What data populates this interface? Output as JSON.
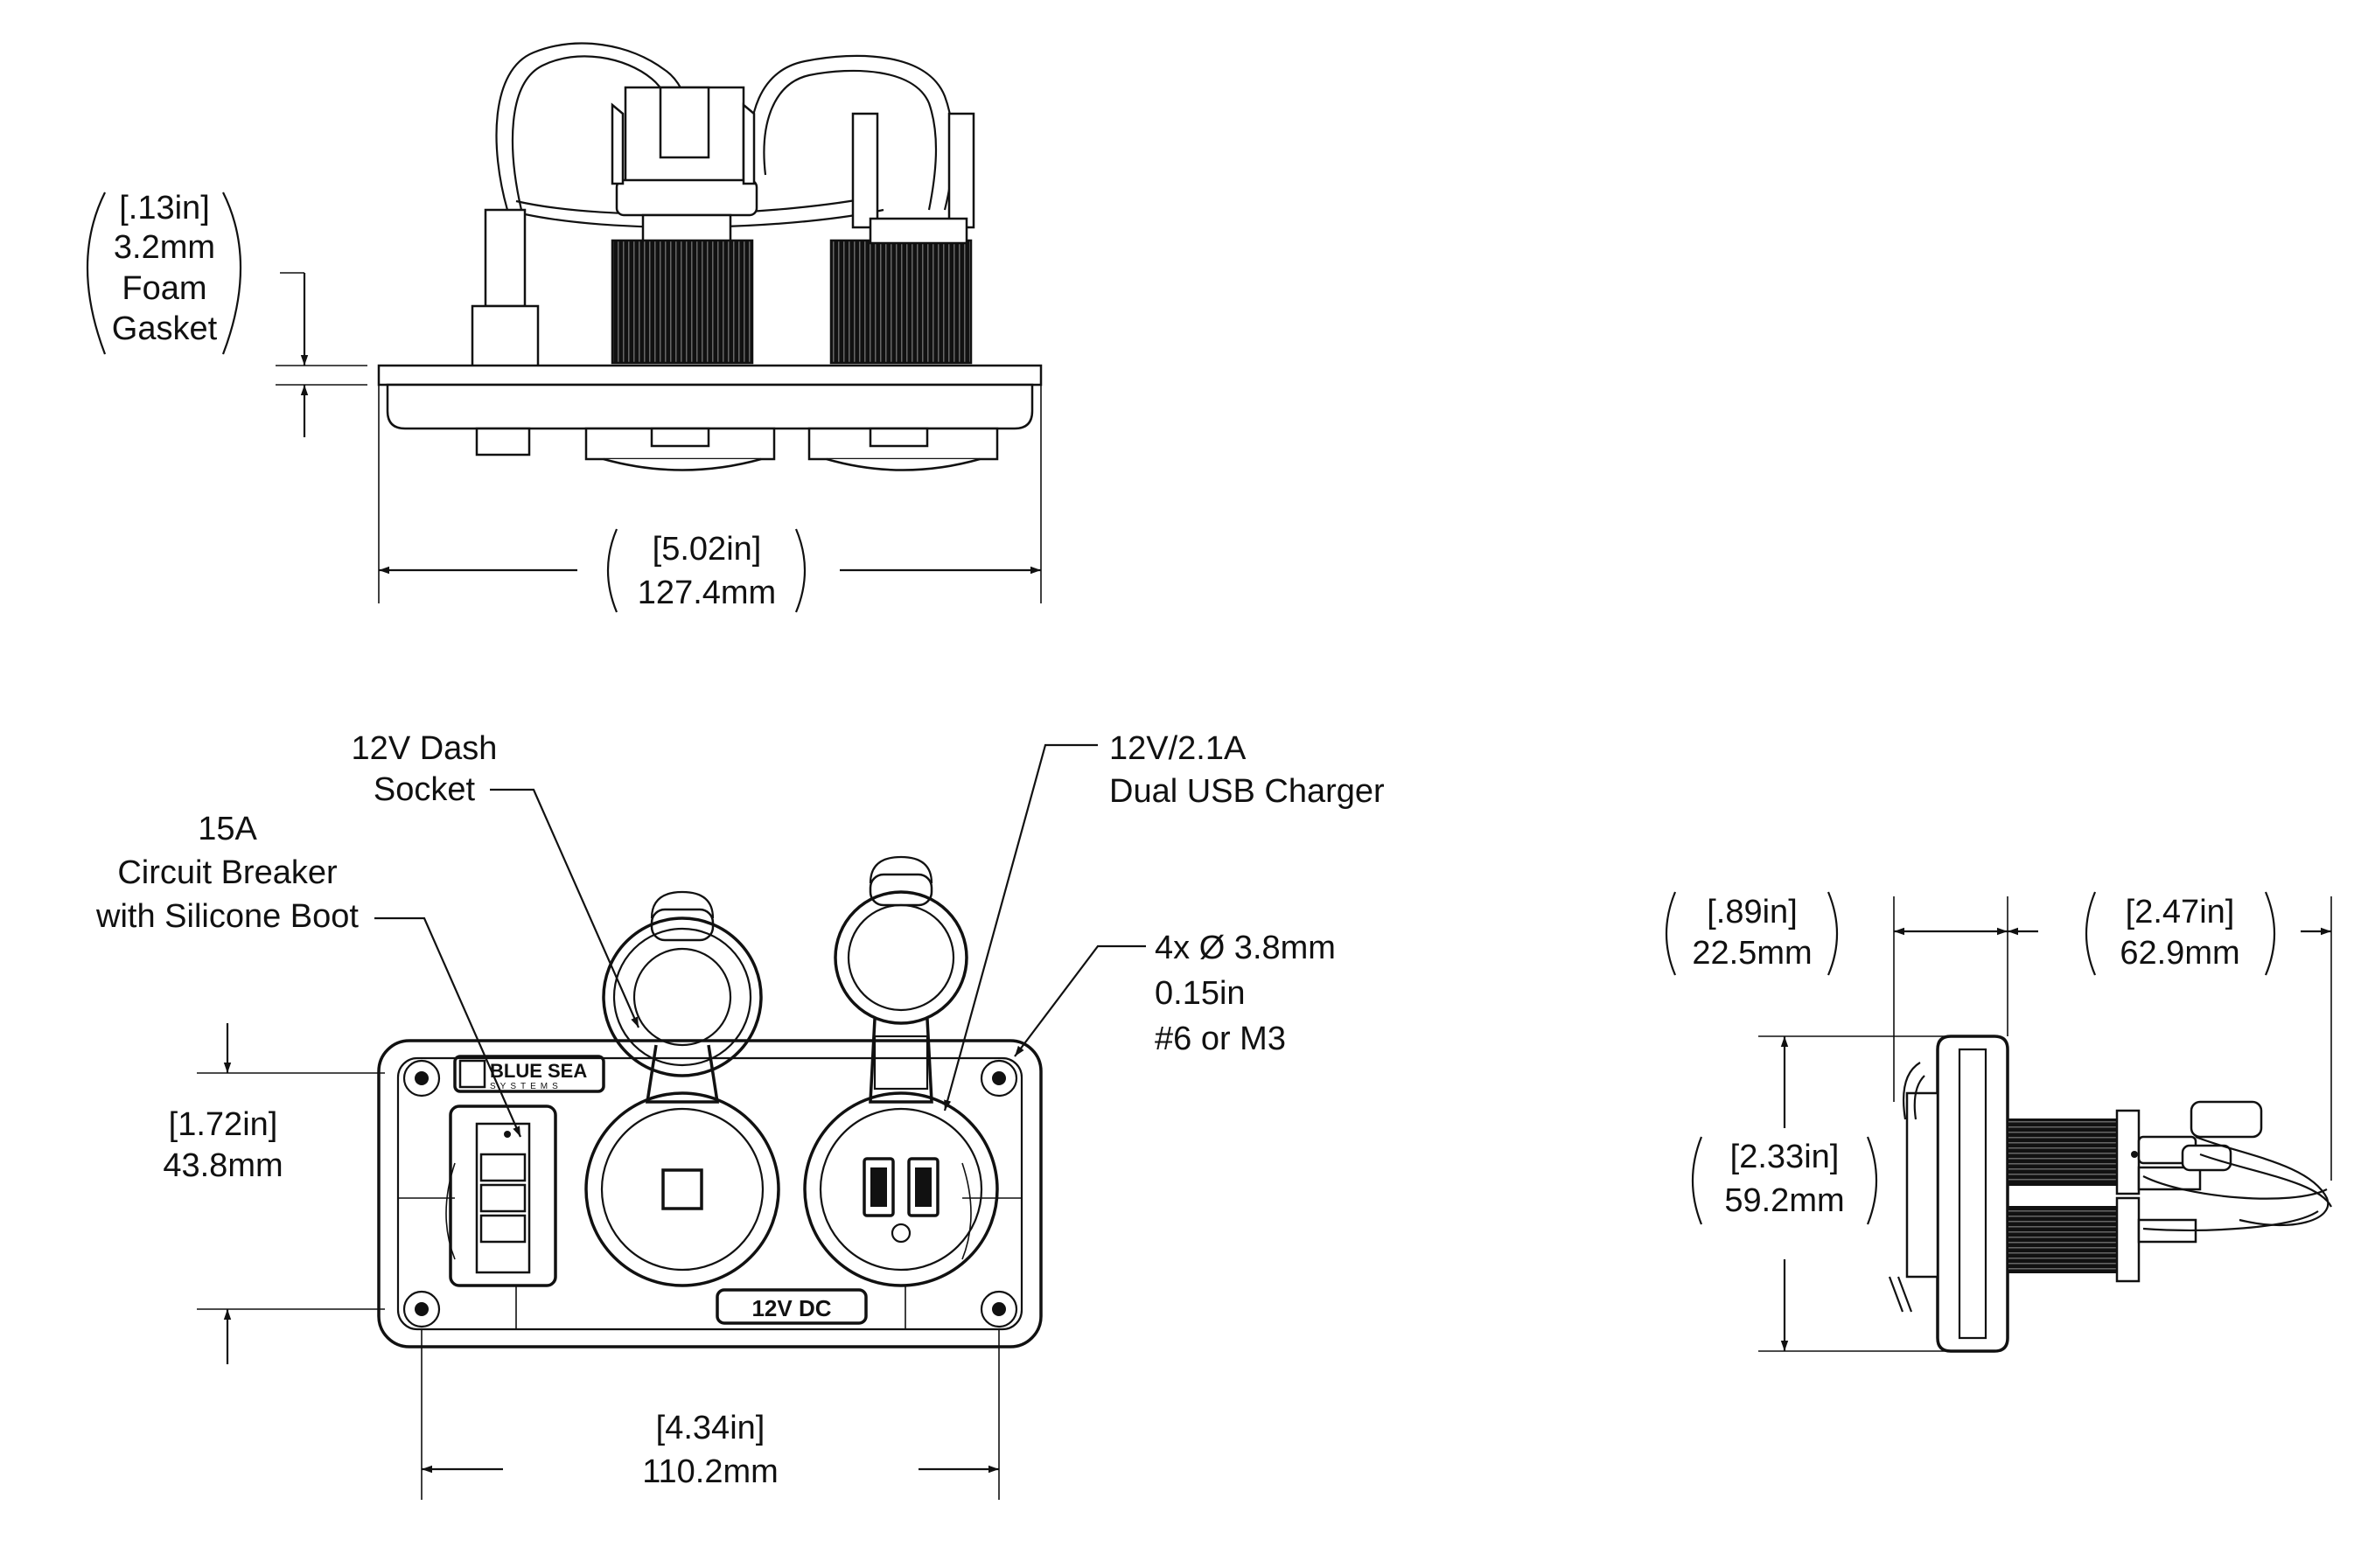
{
  "diagram": {
    "top_view": {
      "gasket": {
        "in": "[.13in]",
        "mm": "3.2mm",
        "line1": "Foam",
        "line2": "Gasket"
      },
      "width": {
        "in": "[5.02in]",
        "mm": "127.4mm"
      }
    },
    "front_view": {
      "dash_socket": {
        "line1": "12V Dash",
        "line2": "Socket"
      },
      "usb_charger": {
        "line1": "12V/2.1A",
        "line2": "Dual USB Charger"
      },
      "breaker": {
        "line1": "15A",
        "line2": "Circuit Breaker",
        "line3": "with Silicone Boot"
      },
      "holes": {
        "line1": "4x Ø 3.8mm",
        "line2": "0.15in",
        "line3": "#6 or M3"
      },
      "height": {
        "in": "[1.72in]",
        "mm": "43.8mm"
      },
      "hole_spacing": {
        "in": "[4.34in]",
        "mm": "110.2mm"
      },
      "brand": {
        "line1": "BLUE SEA",
        "line2": "SYSTEMS"
      },
      "plate_label": "12V DC"
    },
    "side_view": {
      "depth_front": {
        "in": "[.89in]",
        "mm": "22.5mm"
      },
      "depth_back": {
        "in": "[2.47in]",
        "mm": "62.9mm"
      },
      "height": {
        "in": "[2.33in]",
        "mm": "59.2mm"
      }
    }
  }
}
